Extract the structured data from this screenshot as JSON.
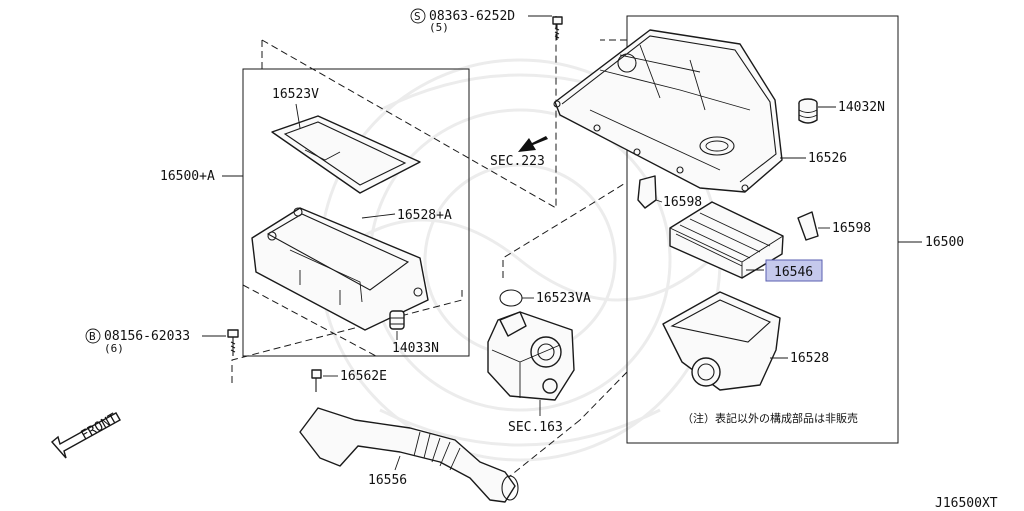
{
  "labels": {
    "bolt_top": "08363-6252D",
    "bolt_top_qty": "(5)",
    "bolt_top_prefix": "S",
    "bolt_left": "08156-62033",
    "bolt_left_qty": "(6)",
    "bolt_left_prefix": "B",
    "p16523v": "16523V",
    "p16500a": "16500+A",
    "p16528a": "16528+A",
    "p14033n": "14033N",
    "sec223": "SEC.223",
    "p14032n": "14032N",
    "p16526": "16526",
    "p16598_left": "16598",
    "p16598_right": "16598",
    "p16500": "16500",
    "p16546": "16546",
    "p16523va": "16523VA",
    "p16528": "16528",
    "p16562e": "16562E",
    "sec163": "SEC.163",
    "p16556": "16556",
    "front": "FRONT",
    "note": "（注）表記以外の構成部品は非販売",
    "diagram_id": "J16500XT"
  },
  "highlight": {
    "part": "16546",
    "fill": "#c5c9ec",
    "stroke": "#5a5fb0"
  }
}
